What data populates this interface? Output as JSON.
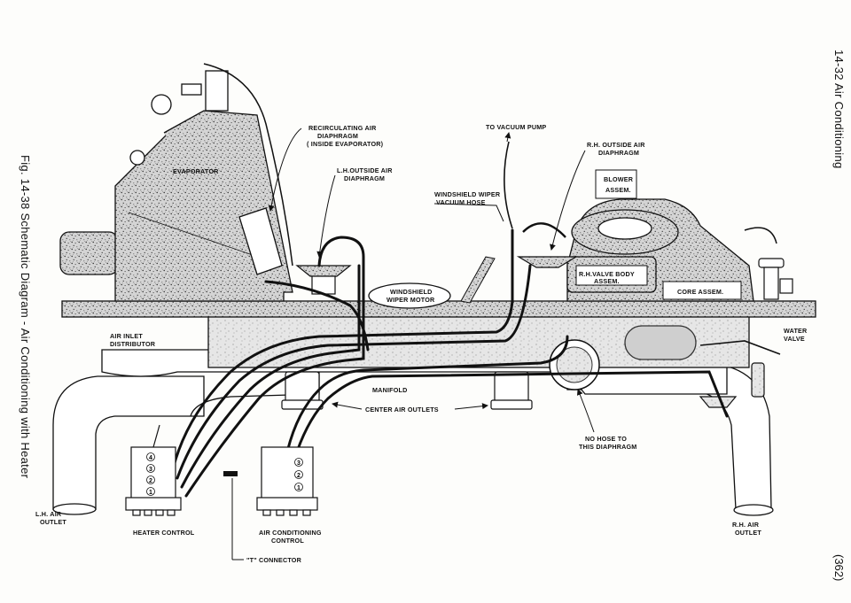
{
  "page": {
    "header": "14-32  Air Conditioning",
    "figure_caption": "Fig. 14-38  Schematic Diagram - Air Conditioning with Heater",
    "page_number": "(362)"
  },
  "labels": {
    "recirc_1": "RECIRCULATING AIR",
    "recirc_2": "DIAPHRAGM",
    "recirc_3": "( INSIDE EVAPORATOR)",
    "evaporator": "EVAPORATOR",
    "lh_outside_1": "L.H.OUTSIDE AIR",
    "lh_outside_2": "DIAPHRAGM",
    "vacuum_pump": "TO VACUUM PUMP",
    "wiper_hose_1": "WINDSHIELD WIPER",
    "wiper_hose_2": "VACUUM HOSE",
    "rh_outside_1": "R.H. OUTSIDE AIR",
    "rh_outside_2": "DIAPHRAGM",
    "blower_1": "BLOWER",
    "blower_2": "ASSEM.",
    "rh_valve_1": "R.H.VALVE BODY",
    "rh_valve_2": "ASSEM.",
    "core": "CORE ASSEM.",
    "wiper_motor_1": "WINDSHIELD",
    "wiper_motor_2": "WIPER MOTOR",
    "air_inlet_1": "AIR INLET",
    "air_inlet_2": "DISTRIBUTOR",
    "water_valve_1": "WATER",
    "water_valve_2": "VALVE",
    "manifold": "MANIFOLD",
    "center_outlets": "CENTER AIR OUTLETS",
    "no_hose_1": "NO HOSE TO",
    "no_hose_2": "THIS DIAPHRAGM",
    "lh_outlet_1": "L.H. AIR",
    "lh_outlet_2": "OUTLET",
    "rh_outlet_1": "R.H. AIR",
    "rh_outlet_2": "OUTLET",
    "heater_control": "HEATER CONTROL",
    "ac_control_1": "AIR CONDITIONING",
    "ac_control_2": "CONTROL",
    "t_connector": "\"T\" CONNECTOR"
  },
  "ports": {
    "heater": [
      "4",
      "3",
      "2",
      "1"
    ],
    "ac": [
      "3",
      "2",
      "1"
    ]
  }
}
